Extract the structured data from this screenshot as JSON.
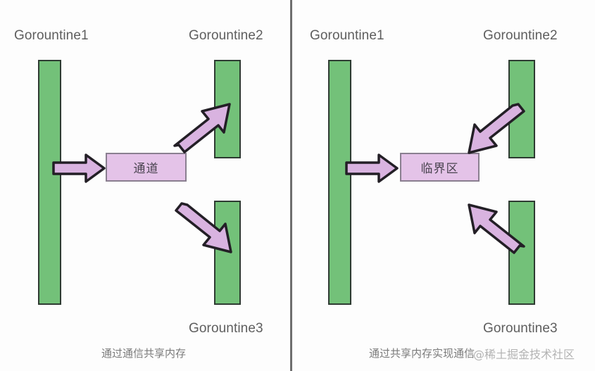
{
  "diagram": {
    "title_left_caption": "通过通信共享内存",
    "title_right_caption": "通过共享内存实现通信",
    "watermark": "@稀土掘金技术社区",
    "colors": {
      "goroutine_fill": "#73c179",
      "goroutine_stroke": "#2e3b32",
      "box_fill": "#e4c3e8",
      "box_stroke": "#8a7f90",
      "arrow_fill": "#d9b3e0",
      "arrow_stroke": "#231f26",
      "divider": "#6e6e6e",
      "label_text": "#5e5e5e",
      "caption_text": "#7a7a7a"
    }
  },
  "left_panel": {
    "labels": {
      "goroutine1": "Gorountine1",
      "goroutine2": "Gorountine2",
      "goroutine3": "Gorountine3"
    },
    "mid_box_label": "通道",
    "caption": "通过通信共享内存",
    "arrows": [
      {
        "name": "g1-to-channel",
        "direction": "right"
      },
      {
        "name": "channel-to-g2",
        "direction": "up-right"
      },
      {
        "name": "channel-to-g3",
        "direction": "down-right"
      }
    ]
  },
  "right_panel": {
    "labels": {
      "goroutine1": "Gorountine1",
      "goroutine2": "Gorountine2",
      "goroutine3": "Gorountine3"
    },
    "mid_box_label": "临界区",
    "caption": "通过共享内存实现通信",
    "arrows": [
      {
        "name": "g1-to-critical-section",
        "direction": "right"
      },
      {
        "name": "g2-to-critical-section",
        "direction": "down-left"
      },
      {
        "name": "g3-to-critical-section",
        "direction": "up-left"
      }
    ]
  }
}
